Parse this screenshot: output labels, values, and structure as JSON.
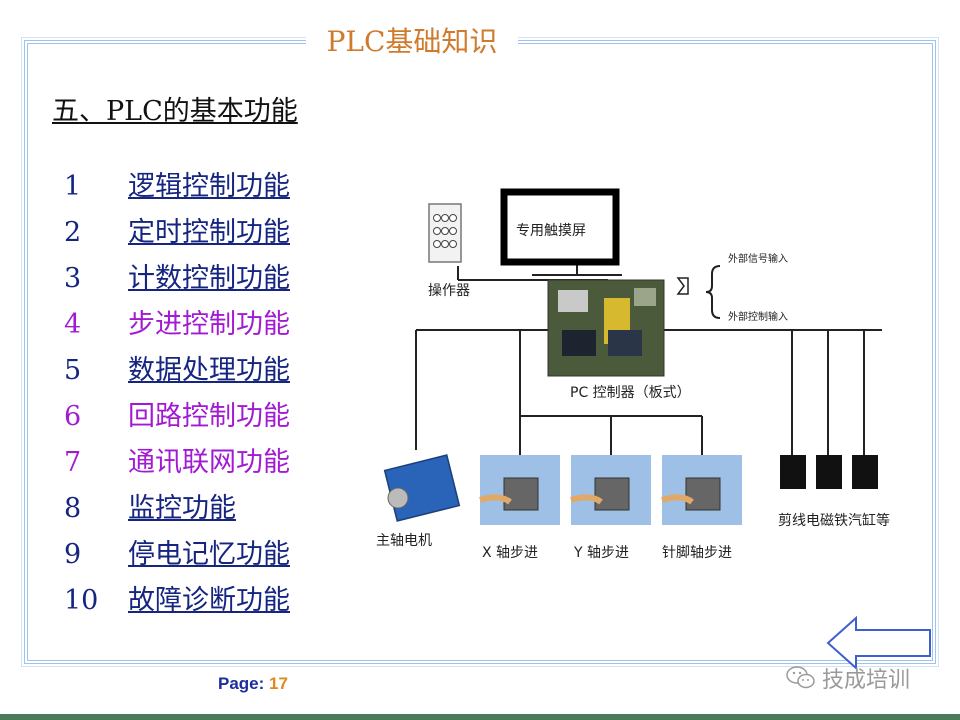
{
  "header": {
    "title": "PLC基础知识"
  },
  "section": {
    "heading": "五、PLC的基本功能"
  },
  "functions": [
    {
      "num": "1",
      "label": "逻辑控制功能"
    },
    {
      "num": "2",
      "label": "定时控制功能"
    },
    {
      "num": "3",
      "label": "计数控制功能"
    },
    {
      "num": "4",
      "label": "步进控制功能"
    },
    {
      "num": "5",
      "label": "数据处理功能"
    },
    {
      "num": "6",
      "label": "回路控制功能"
    },
    {
      "num": "7",
      "label": "通讯联网功能"
    },
    {
      "num": "8",
      "label": "监控功能"
    },
    {
      "num": "9",
      "label": "停电记忆功能"
    },
    {
      "num": "10",
      "label": "故障诊断功能"
    }
  ],
  "diagram": {
    "touchscreen": "专用触摸屏",
    "operator": "操作器",
    "controller": "PC 控制器（板式）",
    "external_signal": "外部信号输入",
    "external_control": "外部控制输入",
    "spindle_motor": "主轴电机",
    "x_stepper": "X 轴步进",
    "y_stepper": "Y 轴步进",
    "pin_stepper": "针脚轴步进",
    "cylinders": "剪线电磁铁汽缸等"
  },
  "footer": {
    "page_label": "Page:",
    "page_value": "17"
  },
  "watermark": {
    "text": "技成培训"
  },
  "colors": {
    "title": "#d07a2c",
    "link": "#152580",
    "visited": "#a21bd3",
    "frame": "#9ec3ee",
    "page_label": "#1c2d9c",
    "page_value": "#e08a1e"
  },
  "icons": {
    "back": "left-arrow-icon",
    "chat": "wechat-icon"
  }
}
